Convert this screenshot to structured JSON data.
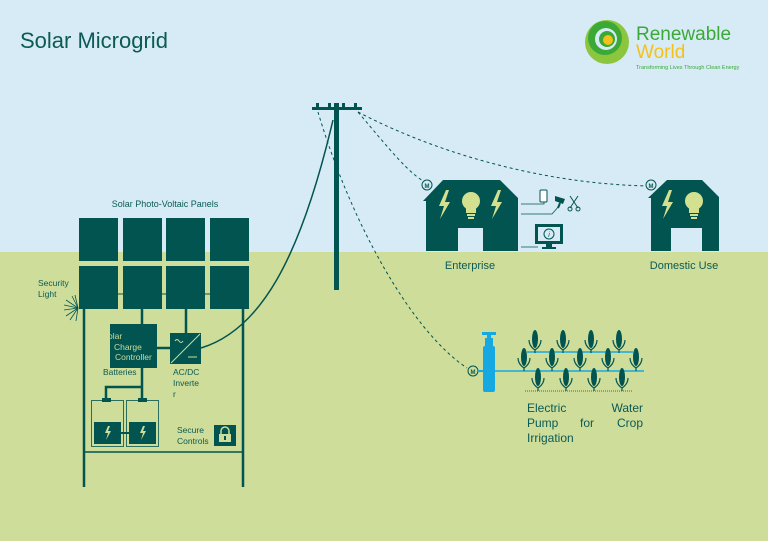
{
  "title": "Solar Microgrid",
  "logo": {
    "line1": "Renewable",
    "line2": "World",
    "tagline": "Transforming Lives Through Clean Energy"
  },
  "labels": {
    "panels": "Solar Photo-Voltaic Panels",
    "security_light": [
      "Security",
      "Light"
    ],
    "charge_controller": [
      "olar",
      "Charge",
      "Controller"
    ],
    "batteries": "Batteries",
    "inverter": [
      "AC/DC",
      "Inverte",
      "r"
    ],
    "secure_controls": [
      "Secure",
      "Controls"
    ],
    "enterprise": "Enterprise",
    "domestic": "Domestic Use",
    "pump": [
      "Electric",
      "Water",
      "Pump",
      "for",
      "Crop",
      "Irrigation"
    ],
    "meter": "M"
  },
  "colors": {
    "sky": "#d7ebf6",
    "ground": "#cedd99",
    "dark_teal": "#025450",
    "bulb": "#d3e08f",
    "pump_blue": "#16a9e1",
    "logo_green": "#3aa935",
    "logo_yellow": "#f5c118"
  }
}
